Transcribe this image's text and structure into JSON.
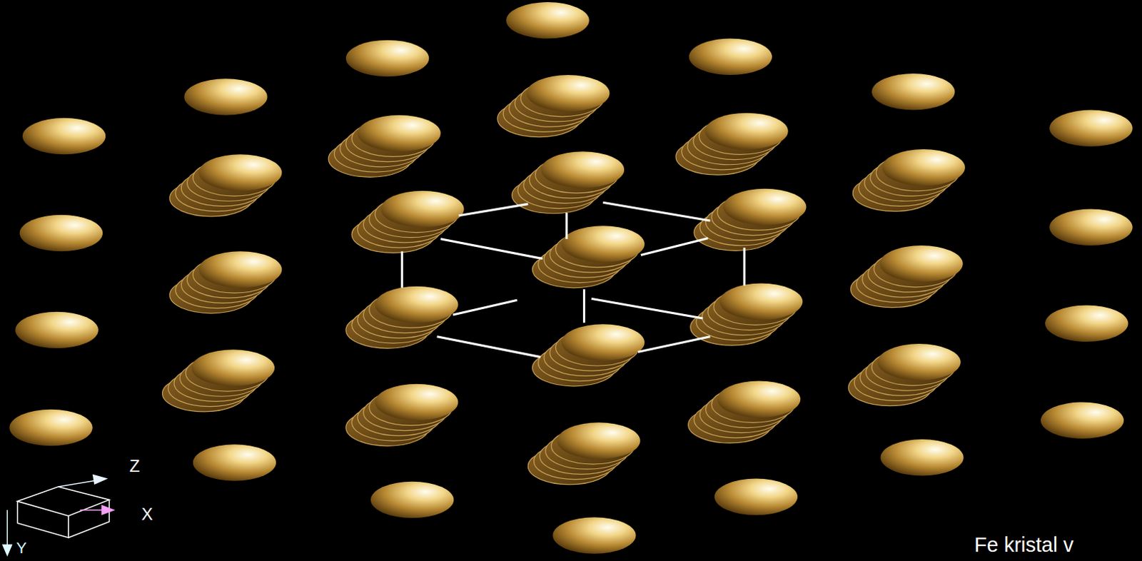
{
  "diagram": {
    "labels": [
      "Z",
      "X",
      "Y",
      "Fe kristal v"
    ]
  }
}
